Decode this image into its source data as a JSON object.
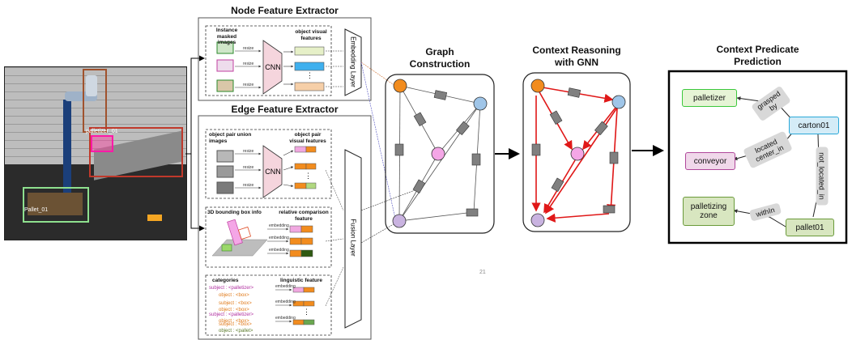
{
  "photo": {
    "box_labels": [
      "palletizer_01",
      "Pallet_01"
    ]
  },
  "node_extractor": {
    "title": "Node Feature Extractor",
    "inputs_label": "Instance masked images",
    "features_label": "object visual features",
    "resize": "resize",
    "cnn": "CNN",
    "dots": "⋮",
    "embedding_layer": "Embedding Layer"
  },
  "edge_extractor": {
    "title": "Edge Feature Extractor",
    "union_label": "object pair union images",
    "pair_features_label": "object pair visual features",
    "resize": "resize",
    "cnn": "CNN",
    "dots": "⋮",
    "bbox_label": "3D bounding box info",
    "relative_label": "relative comparison feature",
    "embedding": "embedding",
    "categories_label": "categories",
    "linguistic_label": "linguistic feature",
    "category_rows": [
      {
        "subject": "subject : <palletizer>",
        "object": "object : <box>"
      },
      {
        "subject": "subject : <box>",
        "object": "object : <box>"
      },
      {
        "subject": "subject : <palletizer>",
        "object": "object : <box>"
      },
      {
        "subject": "subject : <box>",
        "object": "object : <pallet>"
      }
    ],
    "fusion_layer": "Fusion Layer"
  },
  "graph_construction": {
    "title_line1": "Graph",
    "title_line2": "Construction"
  },
  "gnn": {
    "title_line1": "Context Reasoning",
    "title_line2": "with GNN"
  },
  "prediction": {
    "title_line1": "Context Predicate",
    "title_line2": "Prediction",
    "nodes": {
      "palletizer": "palletizer",
      "carton": "carton01",
      "conveyor": "conveyor",
      "zone_line1": "palletizing",
      "zone_line2": "zone",
      "pallet": "pallet01"
    },
    "edges": {
      "grasped_line1": "grasped",
      "grasped_line2": "by",
      "located_line1": "located",
      "located_line2": "center_in",
      "not_located": "not_located_in",
      "within": "withIn"
    }
  },
  "page_number": "21",
  "colors": {
    "orange": "#f28c1e",
    "blue": "#9fc5e8",
    "pink": "#f4a6e6",
    "purple": "#c9b3e0",
    "red": "#e01818",
    "palletizer_fill": "#e6f4d6",
    "palletizer_border": "#3cc83c",
    "carton_fill": "#d4ecf7",
    "carton_border": "#2aa8d8",
    "conveyor_fill": "#f0d8ea",
    "conveyor_border": "#b0479a",
    "green_fill": "#d8e6c0",
    "green_border": "#6a9a3a"
  }
}
